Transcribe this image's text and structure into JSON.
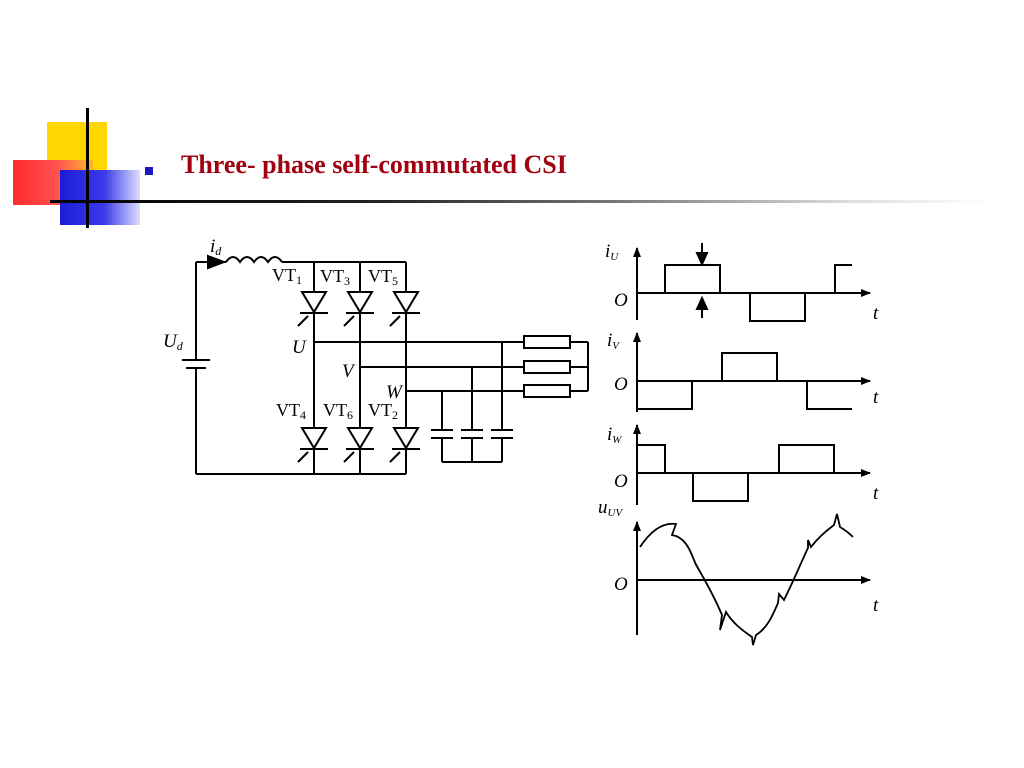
{
  "slide": {
    "title": "Three- phase self-commutated CSI"
  },
  "circuit": {
    "current_label": {
      "base": "i",
      "sub": "d"
    },
    "source_label": {
      "base": "U",
      "sub": "d"
    },
    "thyristors_top": [
      {
        "base": "VT",
        "sub": "1"
      },
      {
        "base": "VT",
        "sub": "3"
      },
      {
        "base": "VT",
        "sub": "5"
      }
    ],
    "thyristors_bottom": [
      {
        "base": "VT",
        "sub": "4"
      },
      {
        "base": "VT",
        "sub": "6"
      },
      {
        "base": "VT",
        "sub": "2"
      }
    ],
    "phase_labels": [
      "U",
      "V",
      "W"
    ]
  },
  "waveforms": {
    "time_label": "t",
    "origin_label": "O",
    "plots": [
      {
        "base": "i",
        "sub": "U"
      },
      {
        "base": "i",
        "sub": "V"
      },
      {
        "base": "i",
        "sub": "W"
      },
      {
        "base": "u",
        "sub": "UV"
      }
    ]
  }
}
